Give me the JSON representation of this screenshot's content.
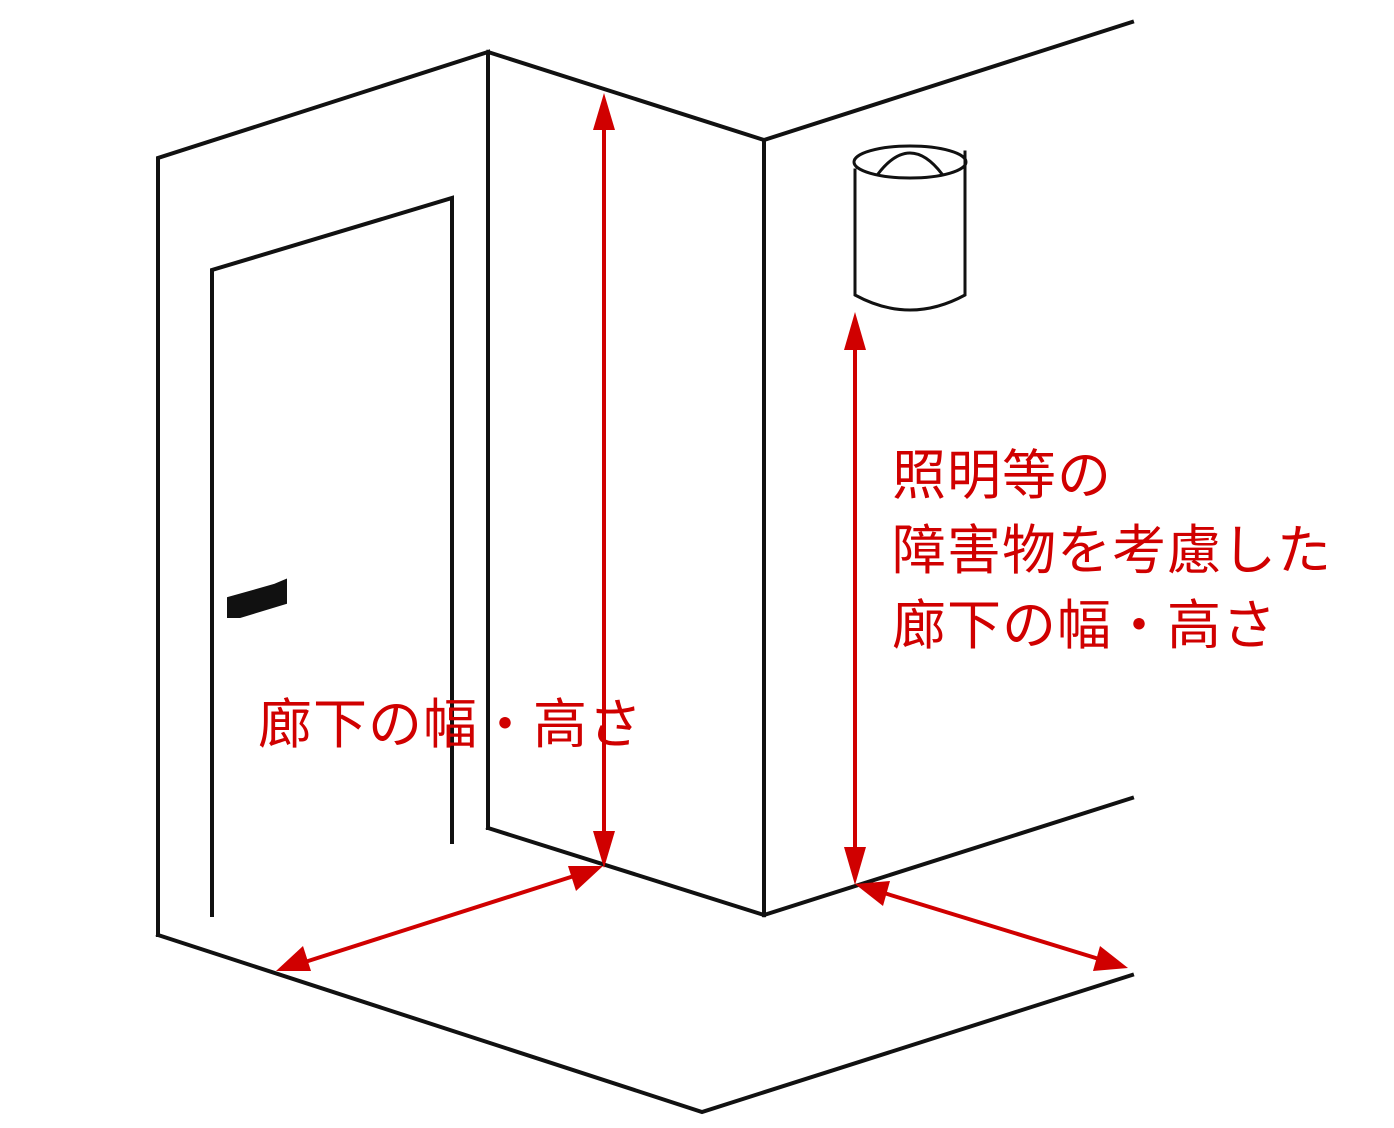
{
  "colors": {
    "line": "#111111",
    "annotation": "#d00000",
    "background": "#ffffff"
  },
  "labels": {
    "corridor_width_height": "廊下の幅・高さ",
    "obstacle_note": {
      "line1": "照明等の",
      "line2": "障害物を考慮した",
      "line3": "廊下の幅・高さ"
    }
  },
  "icons": {
    "door_handle": "door-handle-icon",
    "wall_light": "wall-lamp-icon"
  }
}
